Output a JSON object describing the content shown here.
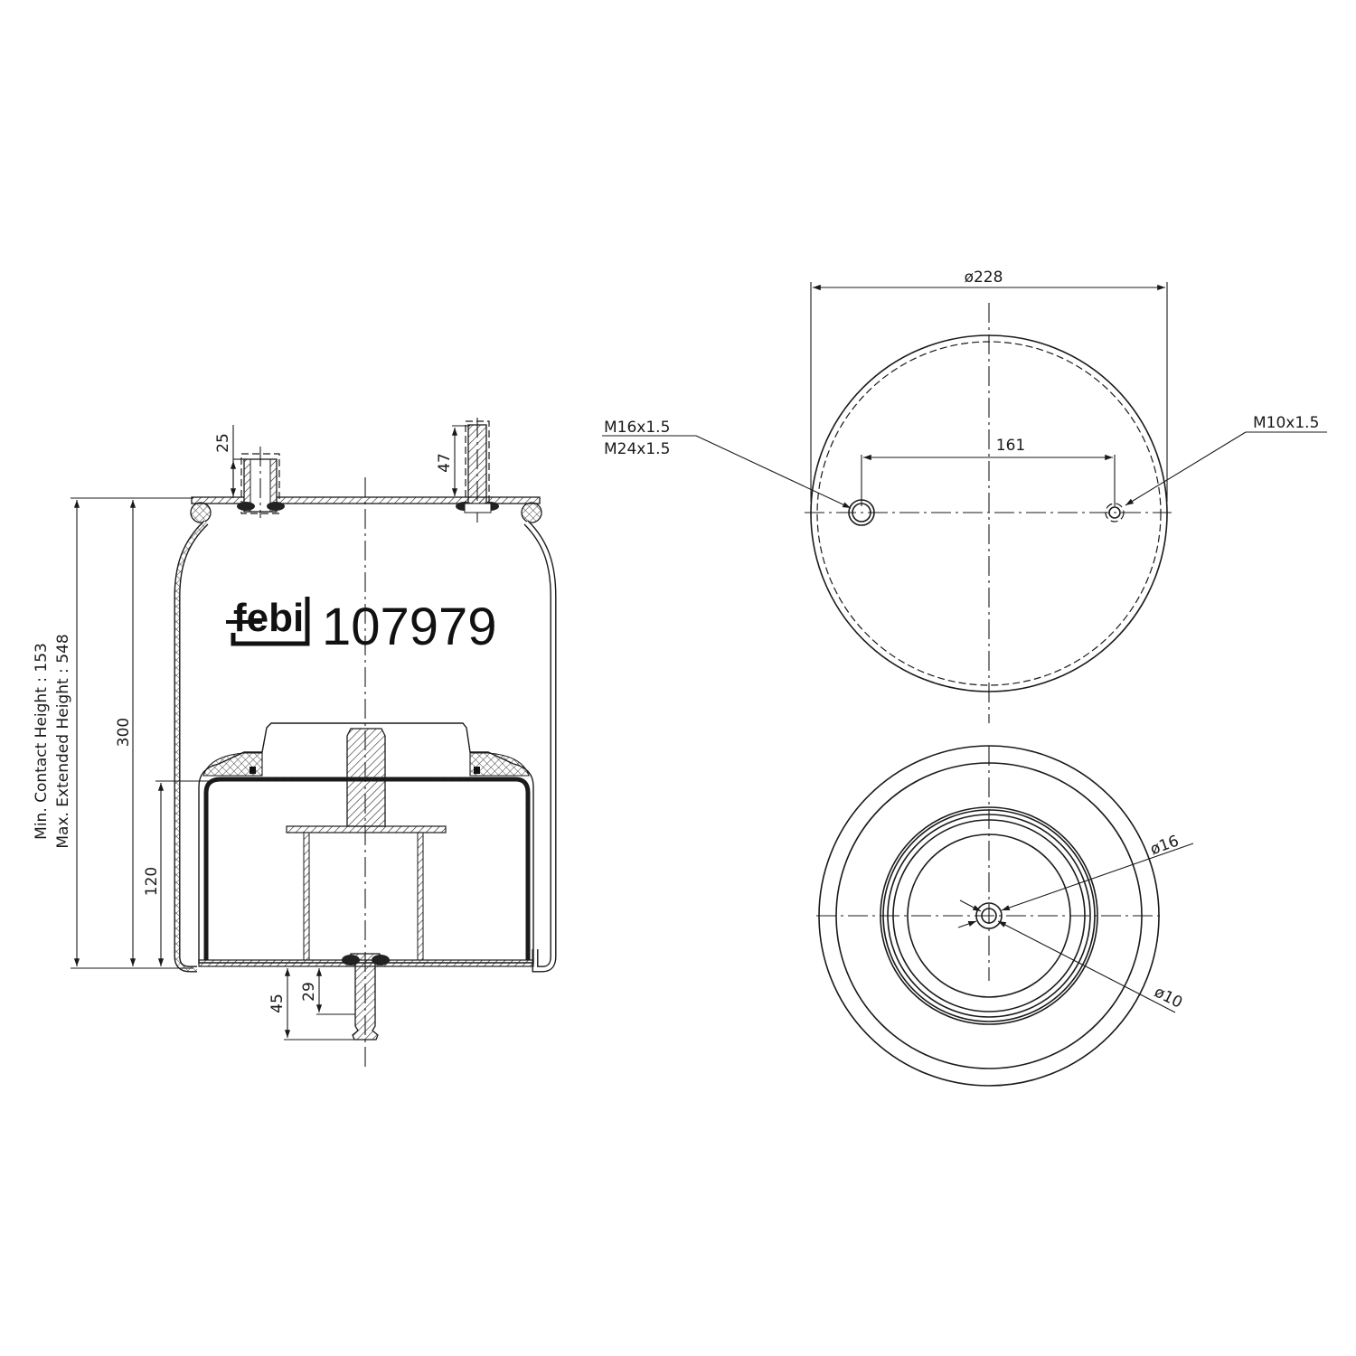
{
  "brand": {
    "logo_text": "febi",
    "part_number": "107979"
  },
  "side_view": {
    "notes": {
      "min_contact_height": "Min. Contact Height : 153",
      "max_extended_height": "Max. Extended Height : 548"
    },
    "dimensions": {
      "overall_height": "300",
      "piston_height": "120",
      "top_nut_height": "25",
      "top_stud_height": "47",
      "bottom_stud_length": "45",
      "bottom_stud_thread": "29"
    }
  },
  "top_view": {
    "diameter": "ø228",
    "hole_spacing": "161",
    "left_thread_1": "M16x1.5",
    "left_thread_2": "M24x1.5",
    "right_thread": "M10x1.5"
  },
  "bottom_view": {
    "outer_hole_diameter": "ø16",
    "inner_hole_diameter": "ø10"
  },
  "colors": {
    "line": "#1a1a1a",
    "background": "#ffffff"
  }
}
